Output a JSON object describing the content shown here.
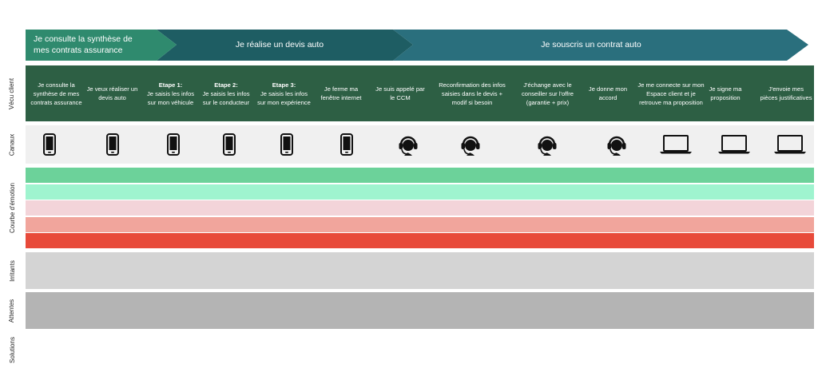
{
  "phases": [
    {
      "label": "Je consulte la synthèse de mes contrats assurance",
      "color": "#2f8a6e"
    },
    {
      "label": "Je réalise un devis auto",
      "color": "#1e5d63"
    },
    {
      "label": "Je souscris un contrat auto",
      "color": "#2a6f7d"
    }
  ],
  "row_labels": {
    "voice": "Vécu client",
    "channels": "Canaux",
    "emotion": "Courbe d'émotion",
    "irritants": "Irritants",
    "attentes": "Attentes",
    "solutions": "Solutions"
  },
  "steps": [
    {
      "step": "",
      "text": "Je consulte la synthèse de mes contrats assurance",
      "channel": "phone"
    },
    {
      "step": "",
      "text": "Je veux réaliser un devis auto",
      "channel": "phone"
    },
    {
      "step": "Etape 1:",
      "text": "Je saisis les infos sur mon véhicule",
      "channel": "phone"
    },
    {
      "step": "Etape 2:",
      "text": "Je saisis les infos sur le conducteur",
      "channel": "phone"
    },
    {
      "step": "Etape 3:",
      "text": "Je saisis les infos sur mon expérience",
      "channel": "phone"
    },
    {
      "step": "",
      "text": "Je ferme ma fenêtre internet",
      "channel": "phone"
    },
    {
      "step": "",
      "text": "Je suis appelé par le CCM",
      "channel": "headset"
    },
    {
      "step": "",
      "text": "Reconfirmation des infos saisies dans le devis + modif si besoin",
      "channel": "headset"
    },
    {
      "step": "",
      "text": "J'échange avec le conseiller sur l'offre (garantie + prix)",
      "channel": "headset"
    },
    {
      "step": "",
      "text": "Je donne mon accord",
      "channel": "headset"
    },
    {
      "step": "",
      "text": "Je me connecte sur mon Espace client et je retrouve ma proposition",
      "channel": "laptop"
    },
    {
      "step": "",
      "text": "Je signe ma proposition",
      "channel": "laptop"
    },
    {
      "step": "",
      "text": "J'envoie mes pièces justificatives",
      "channel": "laptop"
    }
  ],
  "emotion_bands": [
    "#6cd29a",
    "#9ff4cf",
    "#f3d4d9",
    "#f1a59c",
    "#e84a3a"
  ],
  "colors": {
    "voice_bg": "#2d5f44",
    "channel_bg": "#f0f0f0",
    "irritants_bg": "#d4d4d4",
    "attentes_bg": "#b4b4b4"
  }
}
